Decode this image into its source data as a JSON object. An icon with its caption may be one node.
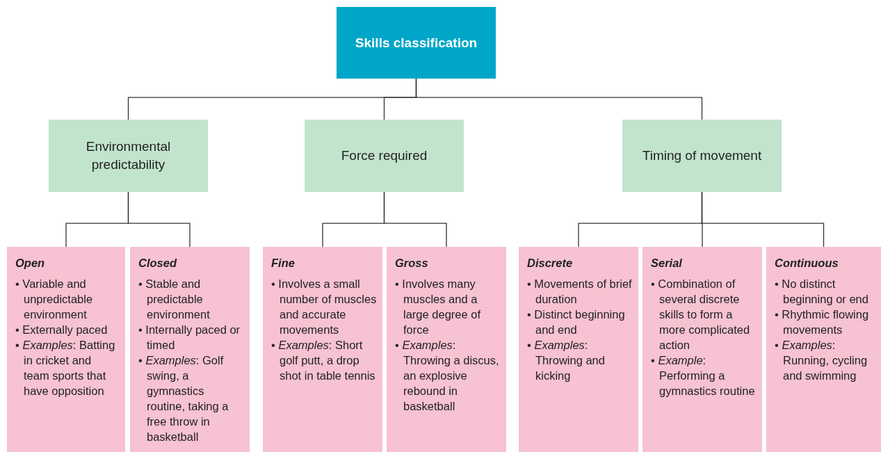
{
  "diagram": {
    "nodes": [
      {
        "text": [
          "Skills classification"
        ]
      },
      {
        "text": [
          "Environmental predictability"
        ]
      },
      {
        "text": [
          "Force required"
        ]
      },
      {
        "text": [
          "Timing of movement"
        ]
      },
      {
        "text": [
          "Open",
          "• Variable and unpredictable environment",
          "• Externally paced",
          "• *Examples*: Batting in cricket and team sports that have opposition"
        ]
      },
      {
        "text": [
          "Closed",
          "• Stable and predictable environment",
          "• Internally paced or timed",
          "• *Examples*: Golf swing, a gymnastics routine, taking a free throw in basketball"
        ]
      },
      {
        "text": [
          "Fine",
          "• Involves a small number of muscles and accurate movements",
          "• *Examples*: Short golf putt, a drop shot in table tennis"
        ]
      },
      {
        "text": [
          "Gross",
          "• Involves many muscles and a large degree of force",
          "• *Examples*: Throwing a discus, an explosive rebound in basketball"
        ]
      },
      {
        "text": [
          "Discrete",
          "• Movements of brief duration",
          "• Distinct beginning and end",
          "• *Examples*: Throwing and kicking"
        ]
      },
      {
        "text": [
          "Serial",
          "• Combination of several discrete skills to form a more complicated action",
          "• *Example*: Performing a gymnastics routine"
        ]
      },
      {
        "text": [
          "Continuous",
          "• No distinct beginning or end",
          "• Rhythmic flowing movements",
          "• *Examples*: Running, cycling and swimming"
        ]
      }
    ],
    "edges": [
      {
        "from": 0,
        "to": 1,
        "arrow": "none"
      },
      {
        "from": 0,
        "to": 2,
        "arrow": "none"
      },
      {
        "from": 0,
        "to": 3,
        "arrow": "none"
      },
      {
        "from": 1,
        "to": 4,
        "arrow": "none"
      },
      {
        "from": 1,
        "to": 5,
        "arrow": "none"
      },
      {
        "from": 2,
        "to": 6,
        "arrow": "none"
      },
      {
        "from": 2,
        "to": 7,
        "arrow": "none"
      },
      {
        "from": 3,
        "to": 8,
        "arrow": "none"
      },
      {
        "from": 3,
        "to": 9,
        "arrow": "none"
      },
      {
        "from": 3,
        "to": 10,
        "arrow": "none"
      }
    ]
  }
}
